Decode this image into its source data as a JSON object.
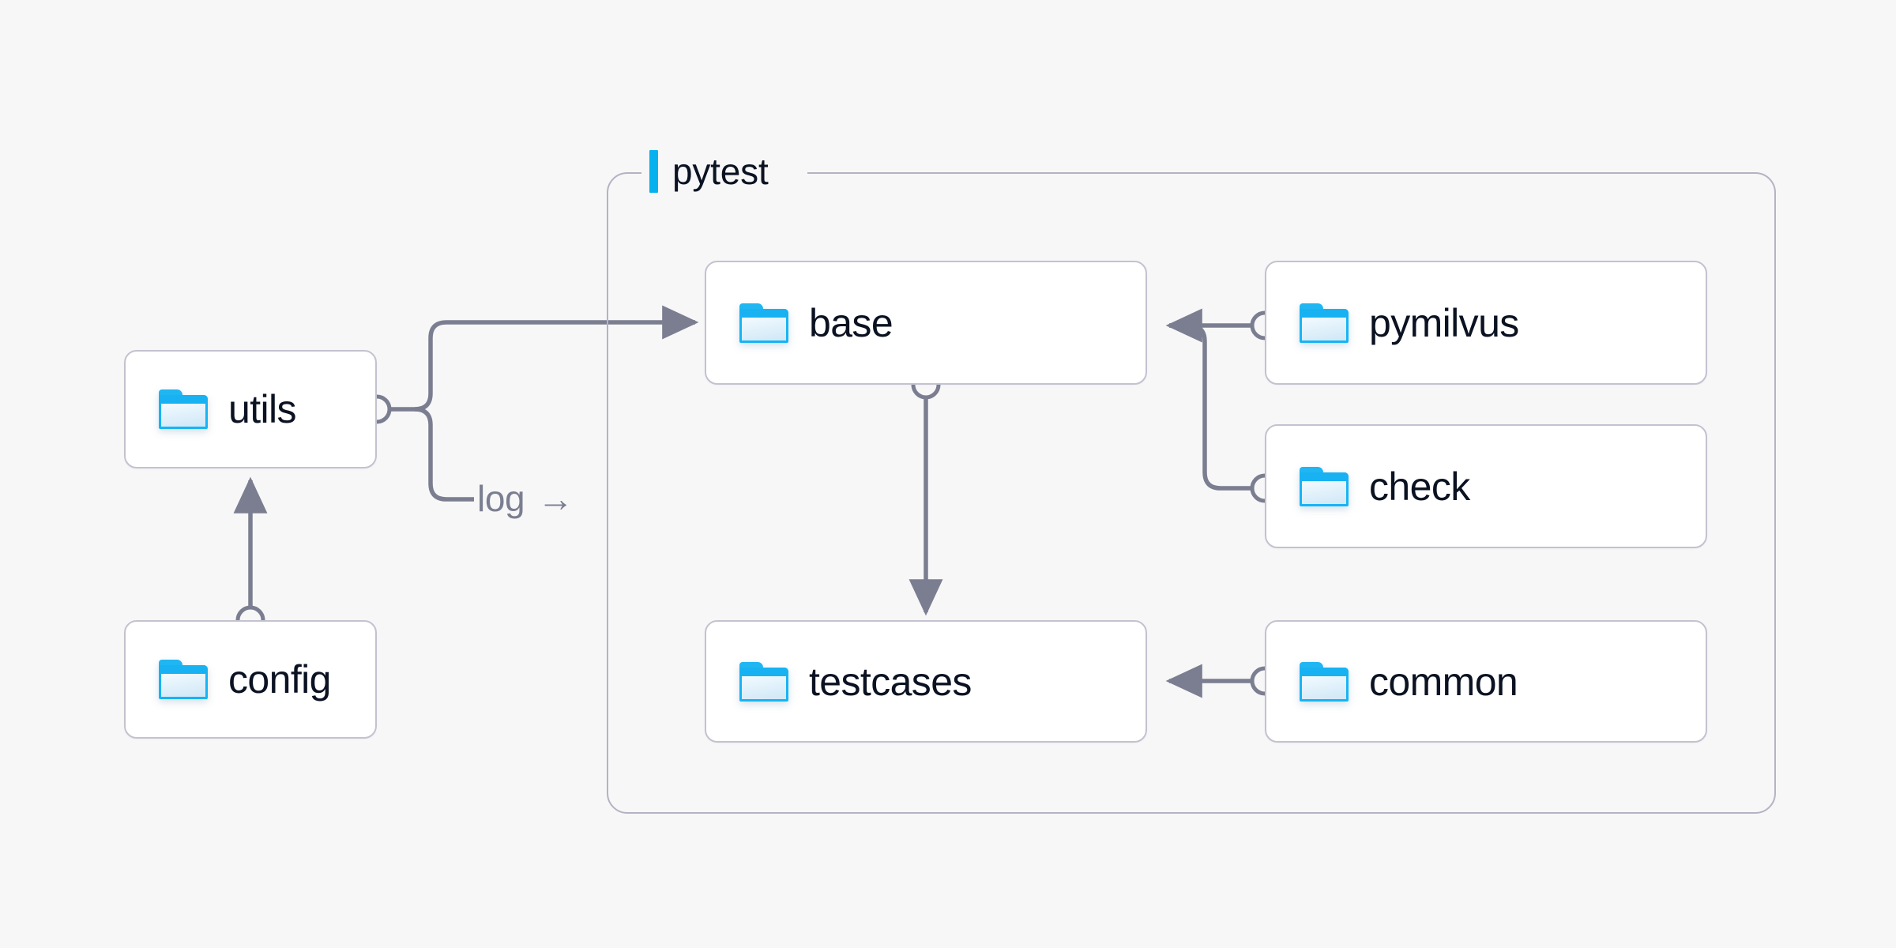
{
  "diagram": {
    "title": "pytest",
    "background_color": "#f7f7f8",
    "accent_color": "#06b1ef",
    "node_text_color": "#0b1222",
    "edge_color": "#7b7e90",
    "border_color": "#c3c2cf",
    "group_border_color": "#b4b3c2",
    "folder_icon_color": "#16b4f5"
  },
  "group": {
    "label": "pytest",
    "accent_bar": "accent-bar"
  },
  "nodes": {
    "utils": {
      "label": "utils",
      "icon": "folder-icon"
    },
    "config": {
      "label": "config",
      "icon": "folder-icon"
    },
    "base": {
      "label": "base",
      "icon": "folder-icon"
    },
    "testcases": {
      "label": "testcases",
      "icon": "folder-icon"
    },
    "pymilvus": {
      "label": "pymilvus",
      "icon": "folder-icon"
    },
    "check": {
      "label": "check",
      "icon": "folder-icon"
    },
    "common": {
      "label": "common",
      "icon": "folder-icon"
    }
  },
  "edges": {
    "log": {
      "label": "log",
      "arrow_glyph": "→"
    }
  }
}
